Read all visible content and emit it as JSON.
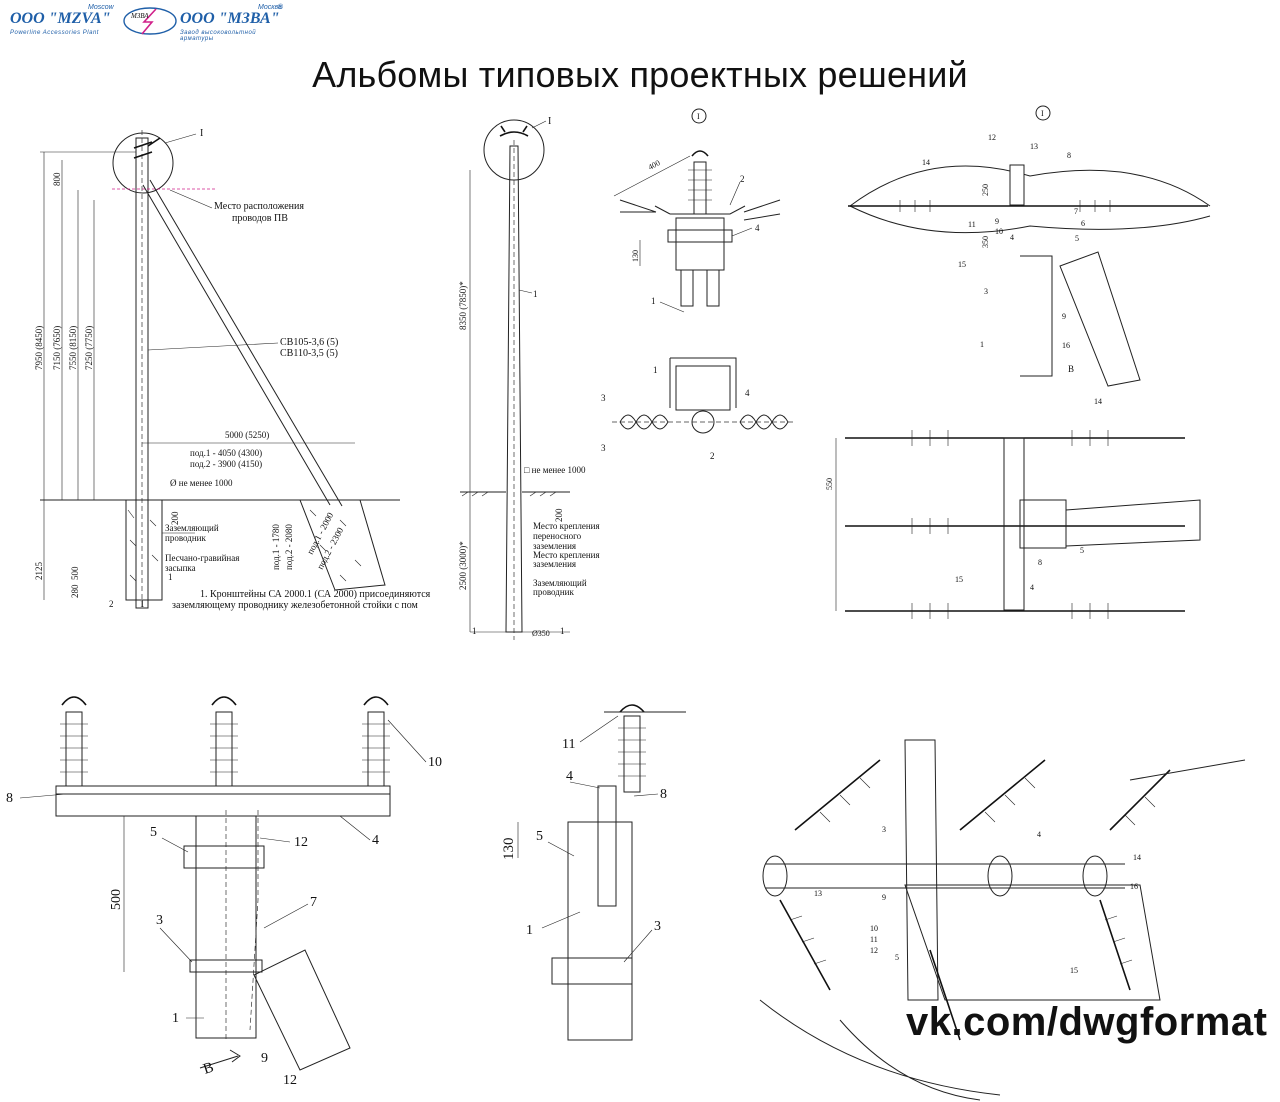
{
  "brand": {
    "name_latin": "ООО \"MZVA\"",
    "name_cyrillic": "ООО \"МЗВА\"",
    "city_latin": "Moscow",
    "city_cyrillic": "Москва",
    "subtitle_latin": "Powerline Accessories Plant",
    "subtitle_cyrillic": "Завод высоковольтной арматуры",
    "logo_text": "МЗВА",
    "registered": "®"
  },
  "title": "Альбомы типовых проектных решений",
  "watermark": "vk.com/dwgformat",
  "colors": {
    "brand": "#1f5fa8",
    "marker": "#d0208a",
    "ink": "#111111"
  },
  "drawing1": {
    "node_label": "I",
    "dims": [
      "800",
      "7950 (8450)",
      "7150 (7650)",
      "7550 (8150)",
      "7250 (7750)",
      "2125",
      "280",
      "500",
      "200",
      "1780",
      "2080",
      "2000",
      "2300"
    ],
    "horiz_dims": [
      "5000 (5250)",
      "под.1 - 4050 (4300)",
      "под.2 - 3900 (4150)",
      "Ø не менее 1000"
    ],
    "labels": [
      "Место расположения",
      "проводов ПВ",
      "СВ105-3,6 (5)",
      "СВ110-3,5 (5)",
      "Заземляющий",
      "проводник",
      "Песчано-гравийная",
      "засыпка",
      "под.1 - 1780",
      "под.2 - 2080",
      "под.1 - 2000",
      "под.2 - 2300"
    ],
    "callouts": [
      "1",
      "2",
      "1"
    ],
    "note_line1": "1.   Кронштейны СА 2000.1 (СА 2000) присоединяются",
    "note_line2": "заземляющему проводнику железобетонной стойки с пом"
  },
  "drawing2": {
    "node_label": "I",
    "dims": [
      "8350 (7850)*",
      "2500 (3000)*",
      "200",
      "Ø350"
    ],
    "labels": [
      "□ не менее 1000",
      "Место крепления",
      "переносного",
      "заземления",
      "Место крепления",
      "заземления",
      "Заземляющий",
      "проводник"
    ],
    "callouts": [
      "1",
      "1",
      "1"
    ]
  },
  "detail_top": {
    "marker": "I",
    "dims": [
      "400",
      "130"
    ],
    "callouts": [
      "2",
      "4",
      "1"
    ]
  },
  "plan_small": {
    "callouts": [
      "1",
      "4",
      "3",
      "3",
      "2"
    ]
  },
  "detail_right": {
    "marker": "I",
    "dims": [
      "250",
      "350",
      "550"
    ],
    "callouts": [
      "12",
      "13",
      "8",
      "14",
      "11",
      "9",
      "10",
      "4",
      "7",
      "6",
      "5",
      "15",
      "3",
      "1",
      "9",
      "16",
      "14",
      "8",
      "5",
      "15",
      "4"
    ],
    "arrow_label": "В"
  },
  "front_view": {
    "dims": [
      "500"
    ],
    "callouts": [
      "8",
      "10",
      "4",
      "5",
      "12",
      "3",
      "7",
      "1",
      "9",
      "12"
    ],
    "arrow_label": "В"
  },
  "side_view": {
    "dims": [
      "130"
    ],
    "callouts": [
      "11",
      "4",
      "8",
      "5",
      "1",
      "3"
    ]
  },
  "iso_view": {
    "callouts": [
      "3",
      "4",
      "14",
      "13",
      "9",
      "16",
      "10",
      "11",
      "12",
      "5",
      "15"
    ]
  }
}
